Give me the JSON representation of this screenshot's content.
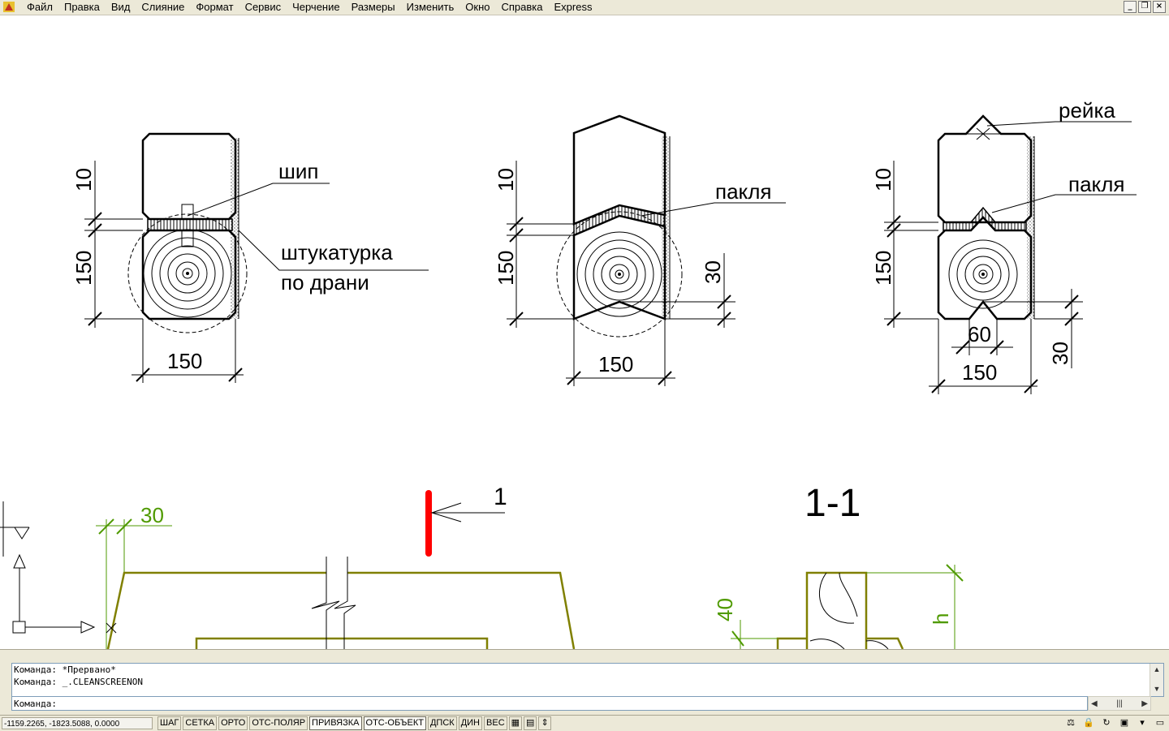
{
  "menubar": {
    "items": [
      "Файл",
      "Правка",
      "Вид",
      "Слияние",
      "Формат",
      "Сервис",
      "Черчение",
      "Размеры",
      "Изменить",
      "Окно",
      "Справка",
      "Express"
    ],
    "window_buttons": [
      "_",
      "❐",
      "×"
    ]
  },
  "drawing": {
    "detail1": {
      "dim_top": "10",
      "dim_side": "150",
      "dim_bottom": "150",
      "label_ship": "шип",
      "label_plaster_1": "штукатурка",
      "label_plaster_2": "по драни"
    },
    "detail2": {
      "dim_top": "10",
      "dim_side": "150",
      "dim_bottom": "150",
      "dim_right": "30",
      "label_tow": "пакля"
    },
    "detail3": {
      "dim_top": "10",
      "dim_side": "150",
      "dim_bottom": "150",
      "dim_60": "60",
      "dim_right": "30",
      "label_rail": "рейка",
      "label_tow": "пакля"
    },
    "lower": {
      "dim_30": "30",
      "section_marker": "1",
      "section_title": "1-1",
      "dim_40": "40",
      "dim_h": "h"
    },
    "colors": {
      "line": "#000000",
      "olive": "#808000",
      "dim_green": "#4f9a00",
      "marker_red": "#ff0000"
    }
  },
  "command": {
    "history": [
      "Команда: *Прервано*",
      "Команда: _.CLEANSCREENON"
    ],
    "prompt": "Команда:"
  },
  "status": {
    "coords": "-1159.2265, -1823.5088, 0.0000",
    "modes": [
      {
        "label": "ШАГ",
        "on": false
      },
      {
        "label": "СЕТКА",
        "on": false
      },
      {
        "label": "ОРТО",
        "on": false
      },
      {
        "label": "ОТС-ПОЛЯР",
        "on": false
      },
      {
        "label": "ПРИВЯЗКА",
        "on": true
      },
      {
        "label": "ОТС-ОБЪЕКТ",
        "on": true
      },
      {
        "label": "ДПСК",
        "on": false
      },
      {
        "label": "ДИН",
        "on": false
      },
      {
        "label": "ВЕС",
        "on": false
      }
    ]
  }
}
